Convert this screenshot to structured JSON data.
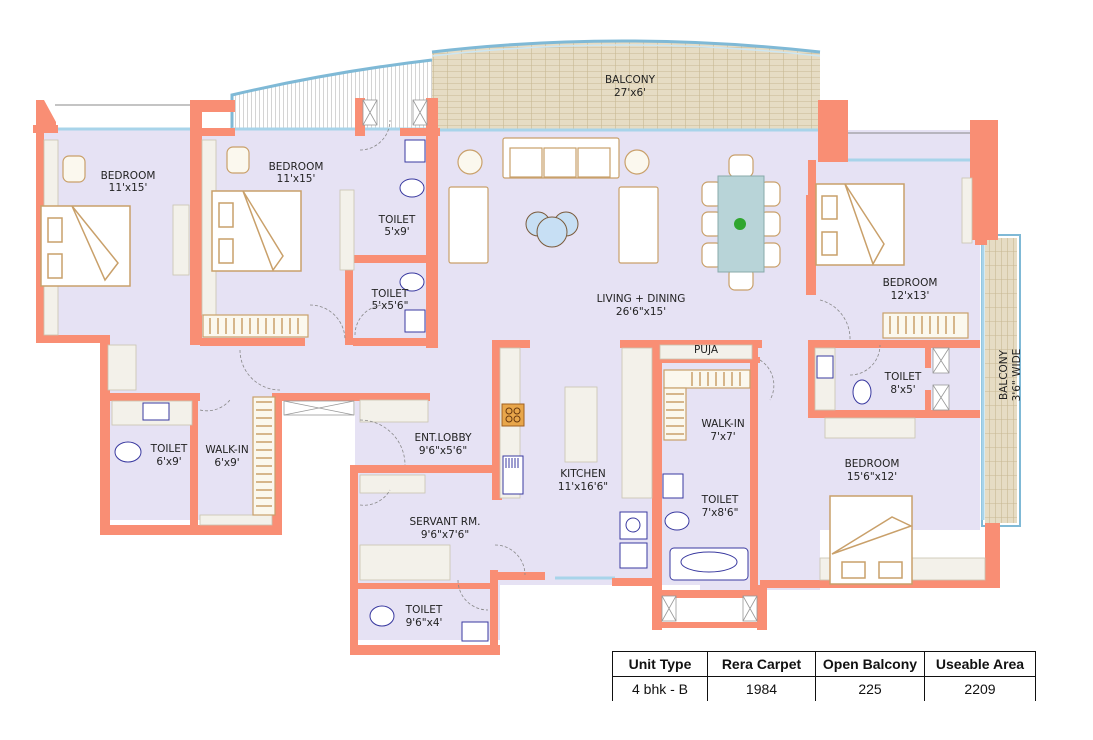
{
  "plan": {
    "unit": "4 bhk - B",
    "rooms": [
      {
        "id": "bedroom-1",
        "name": "BEDROOM",
        "size": "11'x15'"
      },
      {
        "id": "bedroom-2",
        "name": "BEDROOM",
        "size": "11'x15'"
      },
      {
        "id": "toilet-a",
        "name": "TOILET",
        "size": "5'x9'"
      },
      {
        "id": "toilet-b",
        "name": "TOILET",
        "size": "5'x5'6\""
      },
      {
        "id": "balcony-main",
        "name": "BALCONY",
        "size": "27'x6'"
      },
      {
        "id": "living-dining",
        "name": "LIVING + DINING",
        "size": "26'6\"x15'"
      },
      {
        "id": "bedroom-3",
        "name": "BEDROOM",
        "size": "12'x13'"
      },
      {
        "id": "toilet-c",
        "name": "TOILET",
        "size": "8'x5'"
      },
      {
        "id": "balcony-side",
        "name": "BALCONY",
        "size": "3'6\" WIDE"
      },
      {
        "id": "puja",
        "name": "PUJA",
        "size": ""
      },
      {
        "id": "walkin-2",
        "name": "WALK-IN",
        "size": "7'x7'"
      },
      {
        "id": "toilet-d",
        "name": "TOILET",
        "size": "7'x8'6\""
      },
      {
        "id": "bedroom-4",
        "name": "BEDROOM",
        "size": "15'6\"x12'"
      },
      {
        "id": "kitchen",
        "name": "KITCHEN",
        "size": "11'x16'6\""
      },
      {
        "id": "ent-lobby",
        "name": "ENT.LOBBY",
        "size": "9'6\"x5'6\""
      },
      {
        "id": "servant-room",
        "name": "SERVANT RM.",
        "size": "9'6\"x7'6\""
      },
      {
        "id": "toilet-e",
        "name": "TOILET",
        "size": "9'6\"x4'"
      },
      {
        "id": "toilet-f",
        "name": "TOILET",
        "size": "6'x9'"
      },
      {
        "id": "walkin-1",
        "name": "WALK-IN",
        "size": "6'x9'"
      }
    ],
    "colors": {
      "wall": "#f98e74",
      "floor": "#e6e2f4",
      "balcony": "#e3d8c0",
      "glass": "#a8d4ea",
      "furniture": "#c9a06a",
      "fixture": "#3a3aa0"
    }
  },
  "area_table": {
    "headers": [
      "Unit Type",
      "Rera Carpet",
      "Open Balcony",
      "Useable Area"
    ],
    "row": [
      "4 bhk - B",
      "1984",
      "225",
      "2209"
    ]
  }
}
